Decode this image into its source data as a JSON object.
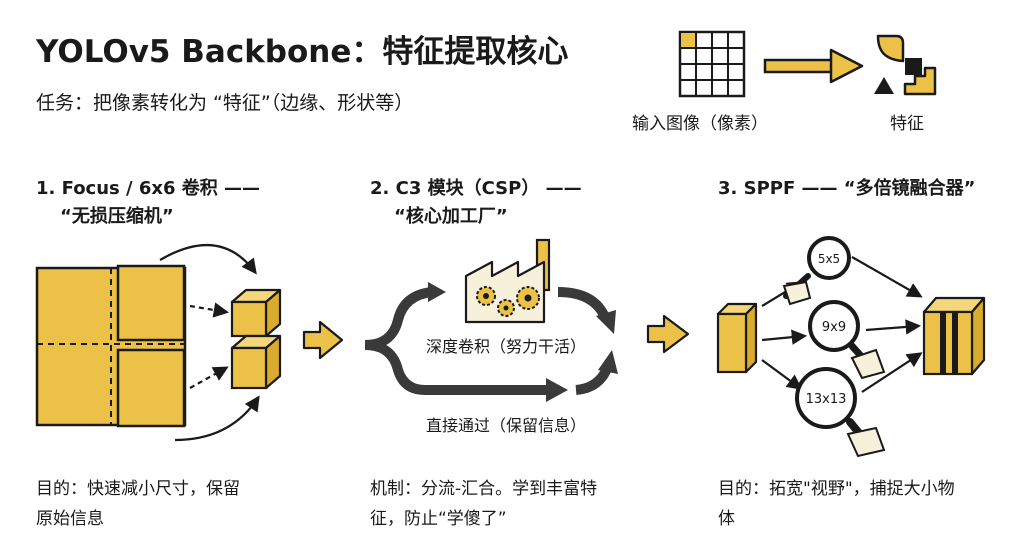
{
  "header": {
    "title": "YOLOv5 Backbone：特征提取核心",
    "task": "任务：把像素转化为 “特征”（边缘、形状等）"
  },
  "legend": {
    "input_label": "输入图像（像素）",
    "output_label": "特征"
  },
  "steps": [
    {
      "title_line1": "1. Focus / 6x6 卷积 ——",
      "title_line2": "“无损压缩机”",
      "desc_line1": "目的：快速减小尺寸，保留",
      "desc_line2": "原始信息"
    },
    {
      "title_line1": "2. C3 模块（CSP） ——",
      "title_line2": "“核心加工厂”",
      "branch_top": "深度卷积（努力干活）",
      "branch_bottom": "直接通过（保留信息）",
      "desc_line1": "机制：分流-汇合。学到丰富特",
      "desc_line2": "征，防止“学傻了”"
    },
    {
      "title_line1": "3. SPPF —— “多倍镜融合器”",
      "lens_labels": [
        "5x5",
        "9x9",
        "13x13"
      ],
      "desc_line1": "目的：拓宽\"视野\"，捕捉大小物",
      "desc_line2": "体"
    }
  ],
  "colors": {
    "accent": "#ecc148",
    "ink": "#1a1a1a",
    "arrow_gray": "#3a3a3a"
  }
}
